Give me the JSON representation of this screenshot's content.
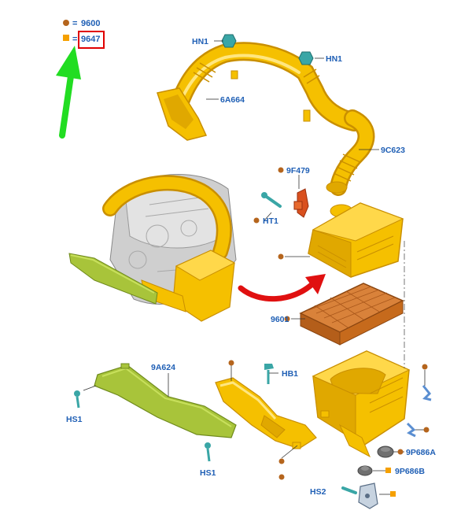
{
  "legend": {
    "circle_item": {
      "symbol": "circle-marker",
      "eq": "=",
      "code": "9600",
      "color": "#b5651d"
    },
    "square_item": {
      "symbol": "square-marker",
      "eq": "=",
      "code": "9647",
      "color": "#f5a000",
      "highlighted": true
    }
  },
  "callouts": {
    "hn1_top": "HN1",
    "hn1_right": "HN1",
    "p6a664": "6A664",
    "p9c623": "9C623",
    "p9f479": "9F479",
    "ht1": "HT1",
    "p9601": "9601",
    "p9a624": "9A624",
    "hb1": "HB1",
    "hs1_left": "HS1",
    "hs1_bottom": "HS1",
    "p9p686a": "9P686A",
    "p9p686b": "9P686B",
    "hs2": "HS2"
  },
  "colors": {
    "part_yellow": "#f5c000",
    "part_yellow_dark": "#c98f00",
    "filter_brown": "#c66a1c",
    "duct_green": "#a8c43a",
    "engine_gray": "#c9c9c9",
    "label_blue": "#1f5fb5",
    "arrow_green": "#22dd22",
    "arrow_red": "#e01010",
    "highlight_box": "#e00000",
    "fastener_teal": "#3aa6a6"
  }
}
